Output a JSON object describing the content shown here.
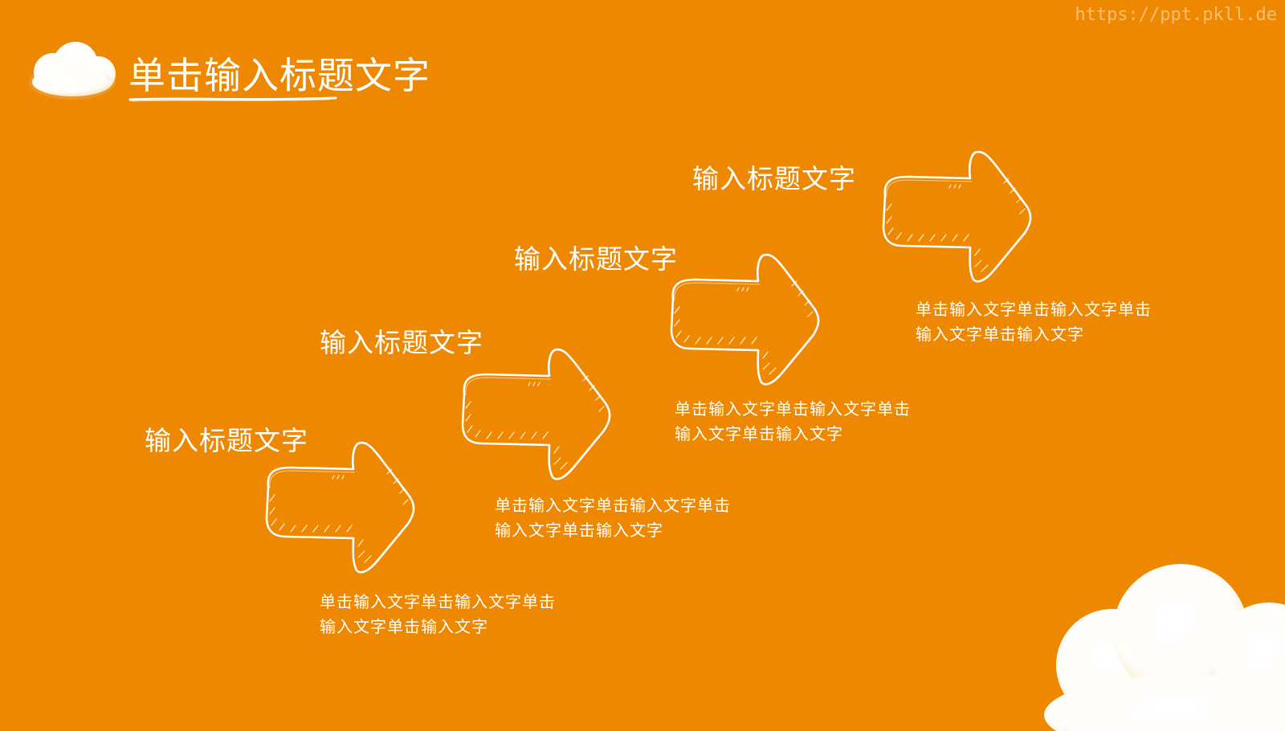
{
  "watermark": "https://ppt.pkll.de",
  "title": "单击输入标题文字",
  "colors": {
    "background": "#EE8800",
    "foreground": "#FFFFFF",
    "cloud_shade": "#F4D9A8"
  },
  "steps": [
    {
      "title": "输入标题文字",
      "desc_line1": "单击输入文字单击输入文字单击",
      "desc_line2": "输入文字单击输入文字",
      "icon": "arrow-right-icon"
    },
    {
      "title": "输入标题文字",
      "desc_line1": "单击输入文字单击输入文字单击",
      "desc_line2": "输入文字单击输入文字",
      "icon": "arrow-right-icon"
    },
    {
      "title": "输入标题文字",
      "desc_line1": "单击输入文字单击输入文字单击",
      "desc_line2": "输入文字单击输入文字",
      "icon": "arrow-right-icon"
    },
    {
      "title": "输入标题文字",
      "desc_line1": "单击输入文字单击输入文字单击",
      "desc_line2": "输入文字单击输入文字",
      "icon": "arrow-right-icon"
    }
  ]
}
